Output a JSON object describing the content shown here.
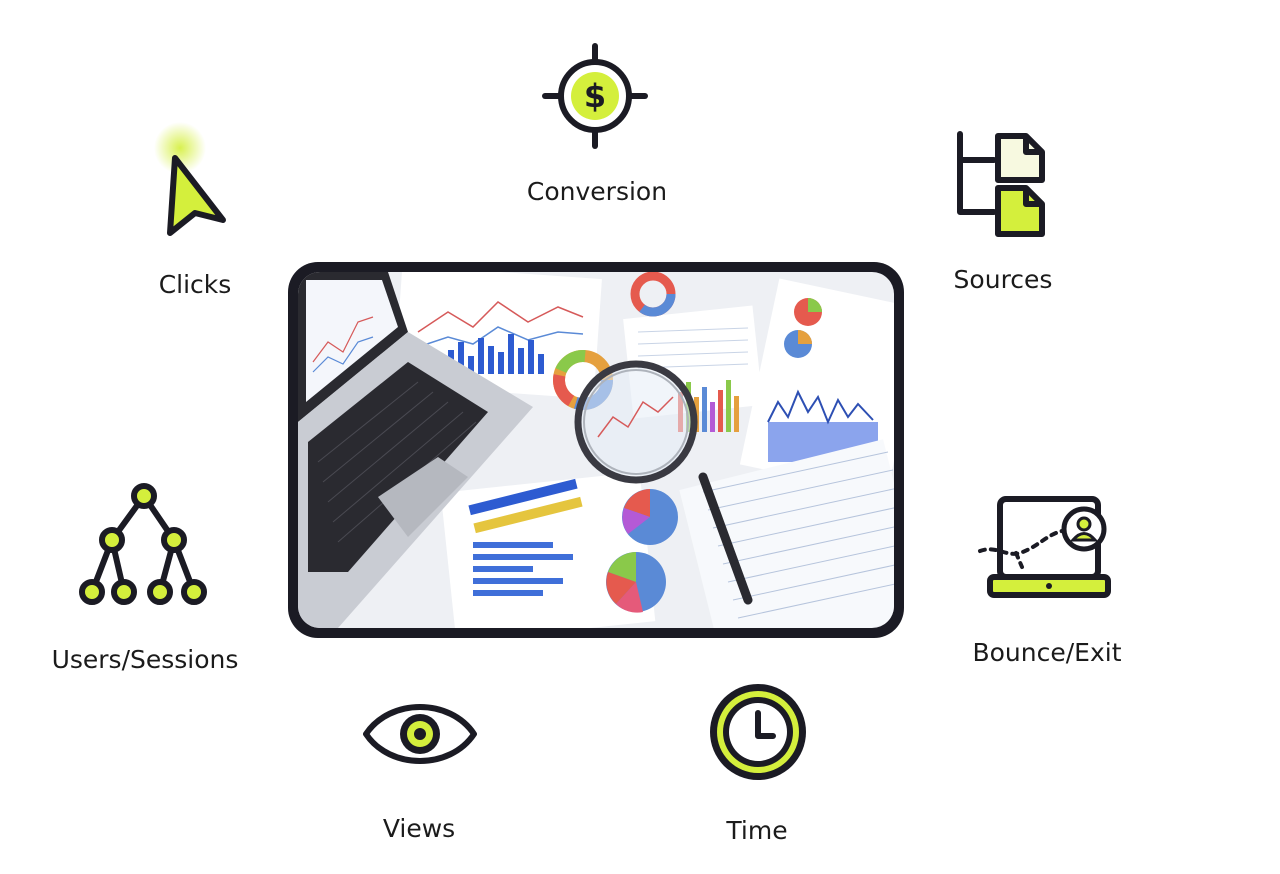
{
  "colors": {
    "accent": "#d4ef3c",
    "ink": "#1b1b24",
    "background": "#ffffff"
  },
  "metrics": [
    {
      "id": "conversion",
      "label": "Conversion",
      "icon": "dollar-target-icon"
    },
    {
      "id": "clicks",
      "label": "Clicks",
      "icon": "cursor-arrow-icon"
    },
    {
      "id": "sources",
      "label": "Sources",
      "icon": "file-tree-icon"
    },
    {
      "id": "users_sessions",
      "label": "Users/Sessions",
      "icon": "hierarchy-nodes-icon"
    },
    {
      "id": "bounce_exit",
      "label": "Bounce/Exit",
      "icon": "laptop-user-icon"
    },
    {
      "id": "views",
      "label": "Views",
      "icon": "eye-icon"
    },
    {
      "id": "time",
      "label": "Time",
      "icon": "clock-icon"
    }
  ],
  "hero": {
    "icon": "analytics-reports-photo"
  }
}
